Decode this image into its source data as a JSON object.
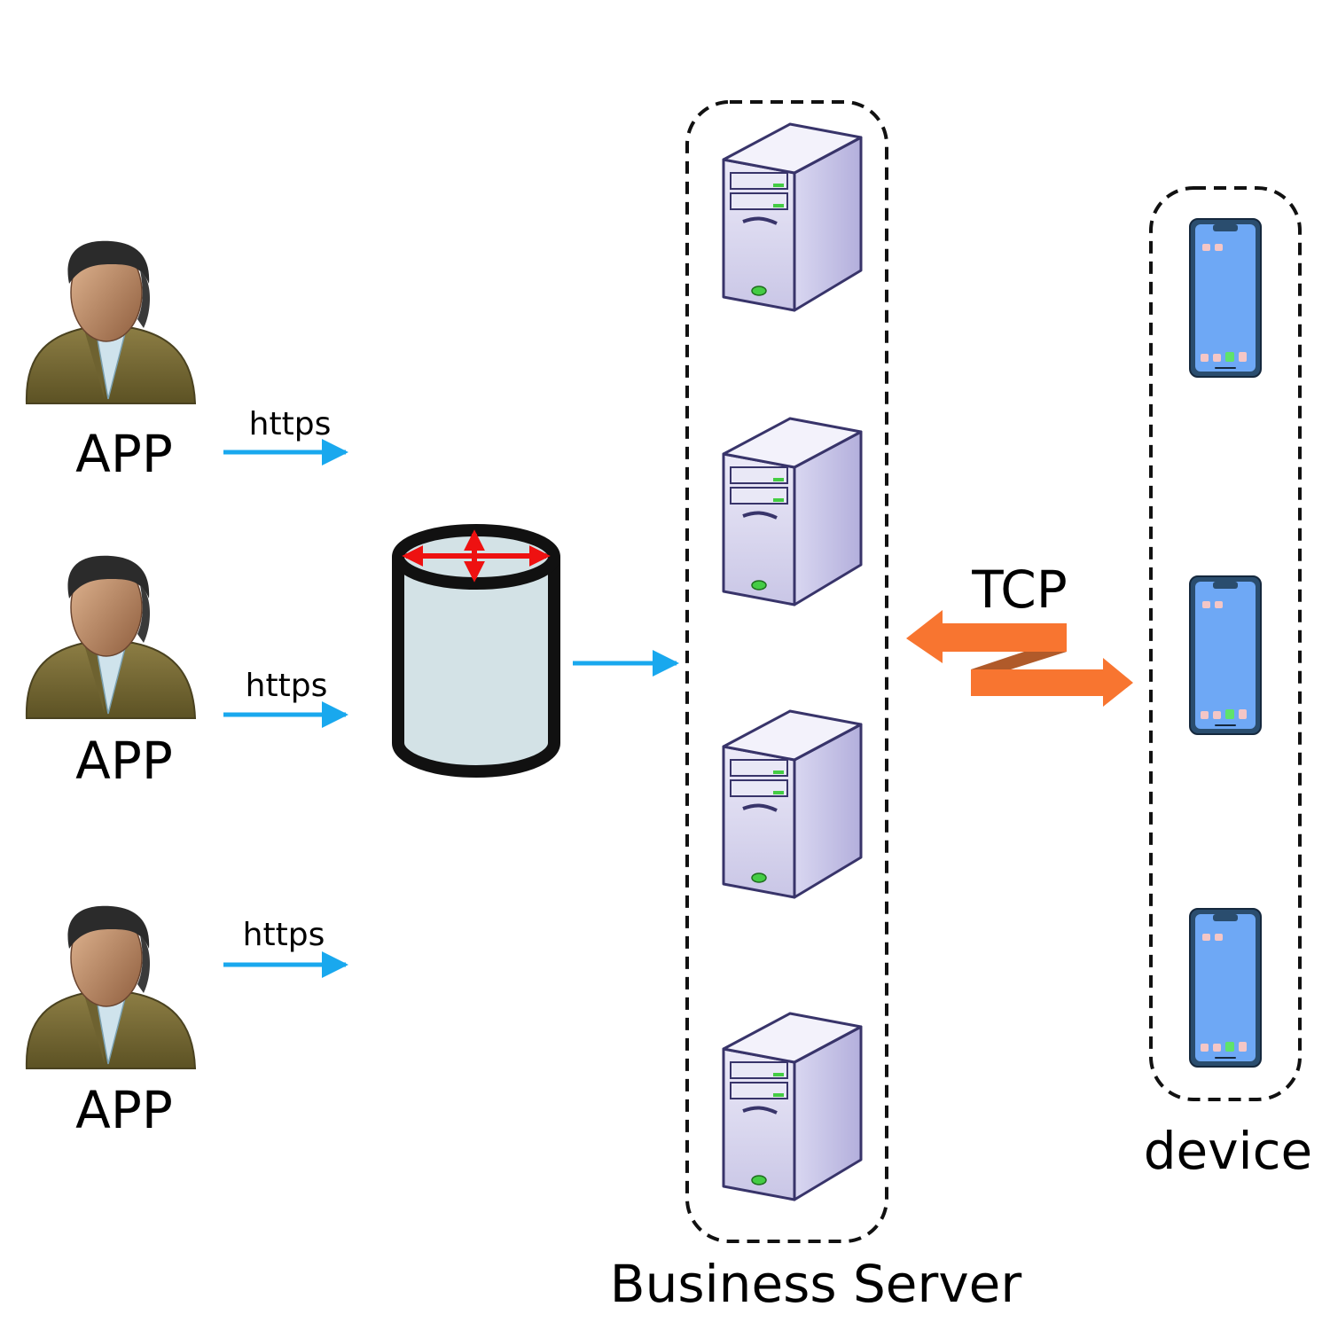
{
  "apps": [
    {
      "label": "APP",
      "protocol": "https"
    },
    {
      "label": "APP",
      "protocol": "https"
    },
    {
      "label": "APP",
      "protocol": "https"
    }
  ],
  "tcp_label": "TCP",
  "server_group_label": "Business Server",
  "device_group_label": "device",
  "icons": {
    "user": "user-avatar-icon",
    "load_balancer": "load-balancer-cylinder-icon",
    "server": "server-tower-icon",
    "phone": "smartphone-icon"
  },
  "colors": {
    "https_arrow": "#19a8ee",
    "tcp_arrow": "#f87530",
    "tcp_arrow_shadow": "#b05a2a",
    "balancer_fill": "#d3e2e6",
    "balancer_marker": "#ee1111",
    "server_body": "#d3d1ec",
    "phone_screen": "#6ea8f5",
    "phone_frame": "#1f3a5a"
  }
}
